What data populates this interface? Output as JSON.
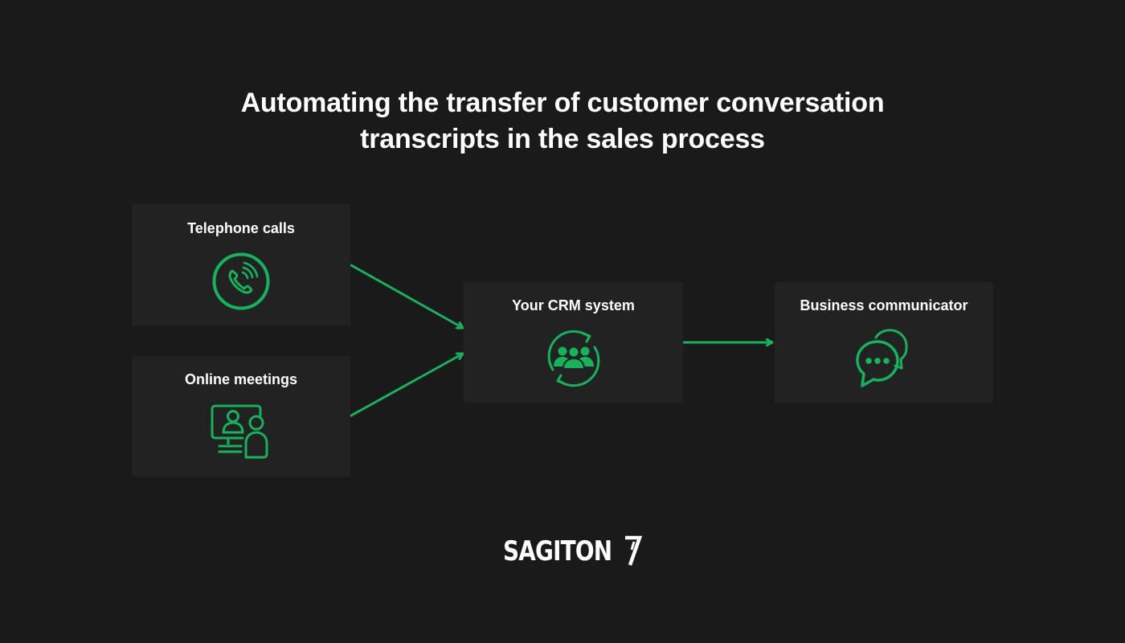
{
  "title_lines": [
    "Automating the transfer of customer conversation",
    "transcripts in the sales process"
  ],
  "nodes": {
    "telephone": {
      "label": "Telephone calls",
      "icon": "phone-call-icon"
    },
    "meetings": {
      "label": "Online meetings",
      "icon": "video-meeting-icon"
    },
    "crm": {
      "label": "Your CRM system",
      "icon": "crm-users-cycle-icon"
    },
    "communicator": {
      "label": "Business communicator",
      "icon": "chat-bubbles-icon"
    }
  },
  "edges": [
    {
      "from": "Telephone calls",
      "to": "Your CRM system"
    },
    {
      "from": "Online meetings",
      "to": "Your CRM system"
    },
    {
      "from": "Your CRM system",
      "to": "Business communicator"
    }
  ],
  "logo": {
    "text": "SAGITON",
    "mark": "7"
  },
  "colors": {
    "background": "#1a1a1a",
    "box": "#222222",
    "accent": "#15b35a",
    "text": "#ffffff"
  }
}
